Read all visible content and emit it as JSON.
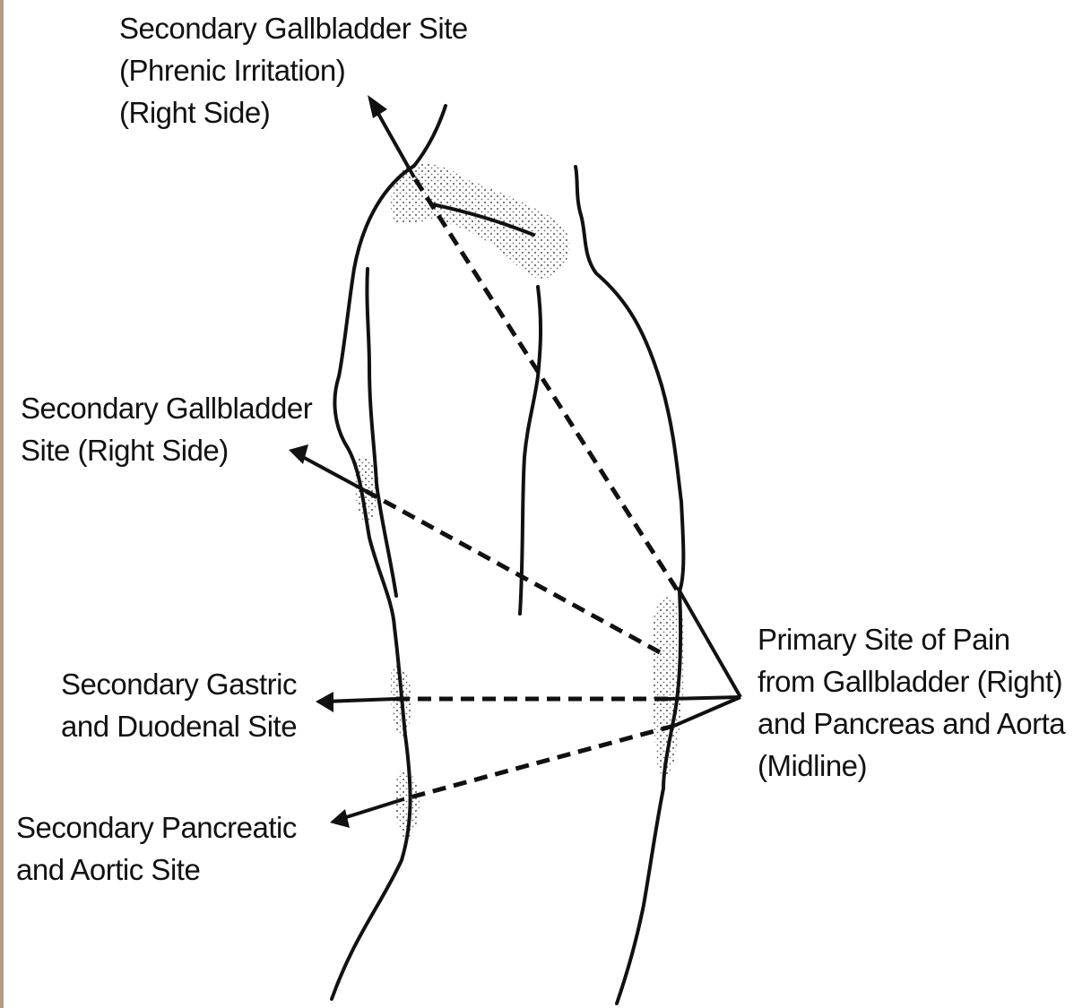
{
  "colors": {
    "ink": "#111111",
    "shading": "#6e6e6e",
    "left_edge": "#b59a85"
  },
  "labels": {
    "phrenic": {
      "line1": "Secondary Gallbladder Site",
      "line2": "(Phrenic Irritation)",
      "line3": "(Right Side)"
    },
    "gallbladder_side": {
      "line1": "Secondary Gallbladder",
      "line2": "Site (Right Side)"
    },
    "gastric": {
      "line1": "Secondary Gastric",
      "line2": "and Duodenal Site"
    },
    "pancreatic": {
      "line1": "Secondary Pancreatic",
      "line2": "and Aortic Site"
    },
    "primary": {
      "line1": "Primary Site of Pain",
      "line2": "from Gallbladder (Right)",
      "line3": "and Pancreas and Aorta",
      "line4": "(Midline)"
    }
  }
}
